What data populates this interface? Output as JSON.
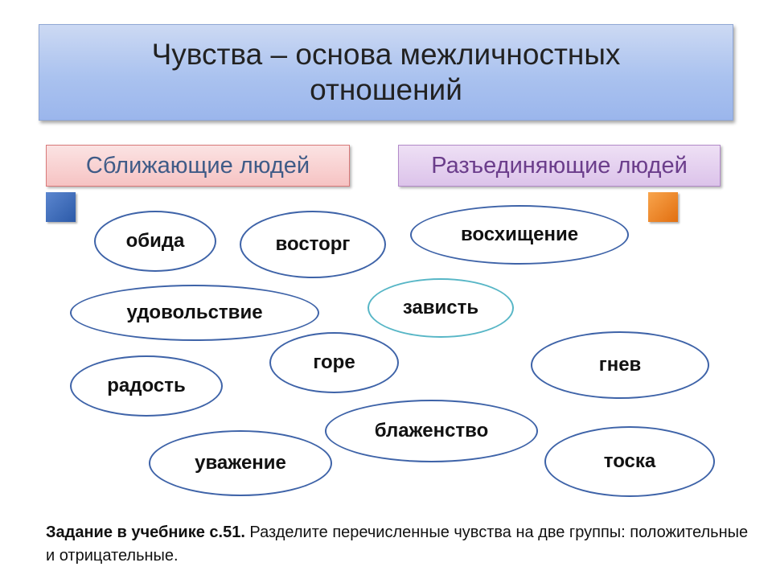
{
  "title": "Чувства – основа межличностных\nотношений",
  "groups": {
    "left": "Сближающие людей",
    "right": "Разъединяющие людей"
  },
  "colors": {
    "left_square": "#3a6bbf",
    "right_square": "#f0841e",
    "ellipse_border": "#3e63a8",
    "zavist_border": "#57b6c6"
  },
  "feelings": [
    "обида",
    "восторг",
    "восхищение",
    "удовольствие",
    "зависть",
    "горе",
    "гнев",
    "радость",
    "блаженство",
    "уважение",
    "тоска"
  ],
  "task": {
    "bold": "Задание в учебнике с.51.",
    "text": " Разделите перечисленные чувства на две группы: положительные и отрицательные."
  }
}
